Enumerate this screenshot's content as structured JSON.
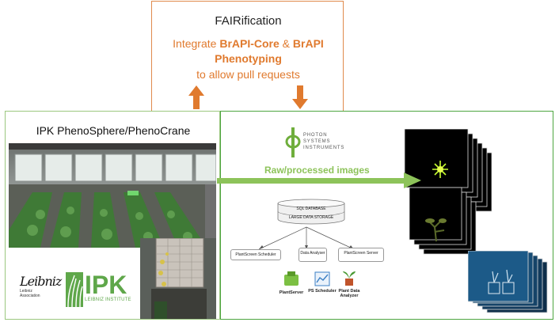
{
  "fair": {
    "title": "FAIRification",
    "line1": "Integrate ",
    "core": "BrAPI-Core",
    "amp": " & ",
    "brapi": "BrAPI",
    "line2": "Phenotyping",
    "line3": "to allow pull requests"
  },
  "left": {
    "title": "IPK PhenoSphere/PhenoCrane",
    "leibniz_text": "Leibniz",
    "leibniz_sub": "Leibniz Association",
    "ipk_text": "IPK",
    "ipk_sub": "LEIBNIZ INSTITUTE"
  },
  "right": {
    "psi_name": "PHOTON SYSTEMS INSTRUMENTS",
    "arrow_label": "Raw/processed images",
    "db_line1": "SQL DATABASE",
    "db_line2": "LARGE DATA STORAGE",
    "nodes": [
      "PlantScreen Scheduler",
      "Data Analyser",
      "PlantScreen Server"
    ],
    "apps": [
      "PlantServer",
      "PS Scheduler",
      "Plant Data Analyzer"
    ]
  },
  "colors": {
    "orange": "#e07a2e",
    "green_arrow": "#8dc35a",
    "box_green": "#4ea640"
  }
}
